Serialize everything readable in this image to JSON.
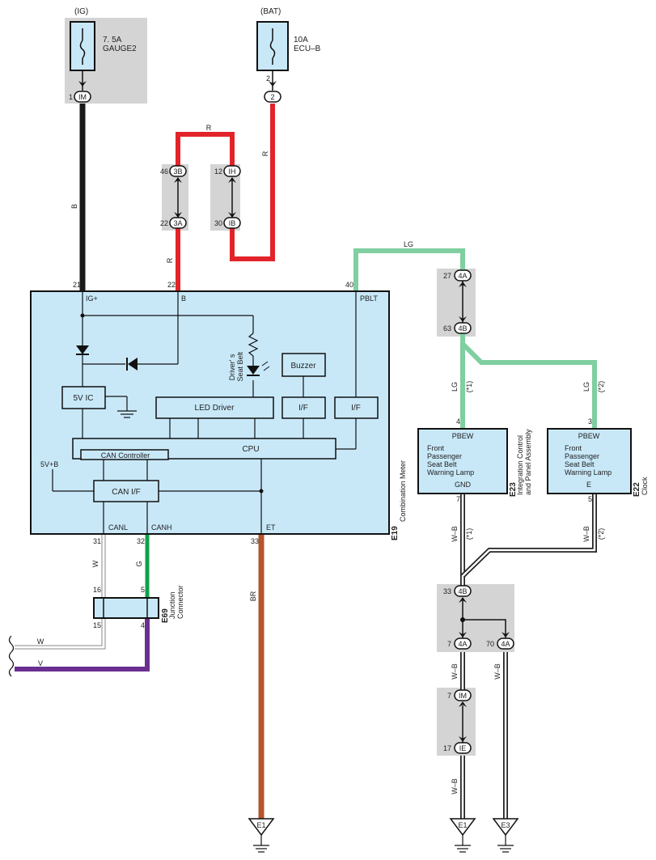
{
  "power": {
    "ig_label": "(IG)",
    "bat_label": "(BAT)",
    "fuse_ig_rating": "7. 5A",
    "fuse_ig_name": "GAUGE2",
    "fuse_bat_rating": "10A",
    "fuse_bat_name": "ECU–B"
  },
  "connectors": {
    "im": "IM",
    "c2": "2",
    "c3b": "3B",
    "c3a": "3A",
    "cih": "IH",
    "cib": "IB",
    "c4a": "4A",
    "c4b": "4B",
    "cie": "IE"
  },
  "pins": {
    "im_top": "1",
    "bat_top": "2",
    "p46": "46",
    "p22a": "22",
    "p12": "12",
    "p30": "30",
    "p27": "27",
    "p63": "63",
    "m21": "21",
    "m22": "22",
    "m40": "40",
    "m31": "31",
    "m32": "32",
    "m33": "33",
    "j16": "16",
    "j5": "5",
    "j15": "15",
    "j4": "4",
    "i4": "4",
    "i7": "7",
    "k3": "3",
    "k5": "5",
    "g33": "33",
    "g7": "7",
    "g70": "70",
    "im7": "7",
    "ie17": "17"
  },
  "wires": {
    "b": "B",
    "r": "R",
    "lg": "LG",
    "w": "W",
    "g": "G",
    "v": "V",
    "br": "BR",
    "wb": "W–B"
  },
  "notes": {
    "n1": "(*1)",
    "n2": "(*2)"
  },
  "meter": {
    "code": "E19",
    "name": "Combination Meter",
    "pin_igp": "IG+",
    "pin_b": "B",
    "pin_pblt": "PBLT",
    "pin_canl": "CANL",
    "pin_canh": "CANH",
    "pin_et": "ET",
    "led_label": "Driver' s\nSeat Belt",
    "buzzer": "Buzzer",
    "ic5v": "5V IC",
    "led_driver": "LED Driver",
    "if1": "I/F",
    "if2": "I/F",
    "cpu": "CPU",
    "can_controller": "CAN Controller",
    "can_if": "CAN I/F",
    "v5b": "5V+B"
  },
  "junction": {
    "code": "E69",
    "name1": "Junction",
    "name2": "Connector"
  },
  "integration": {
    "code": "E23",
    "name1": "Integration Control",
    "name2": "and Panel Assembly",
    "pin_top": "PBEW",
    "body": [
      "Front",
      "Passenger",
      "Seat Belt",
      "Warning Lamp"
    ],
    "pin_bottom": "GND"
  },
  "clock": {
    "code": "E22",
    "name": "Clock",
    "pin_top": "PBEW",
    "body": [
      "Front",
      "Passenger",
      "Seat Belt",
      "Warning Lamp"
    ],
    "pin_bottom": "E"
  },
  "grounds": {
    "e1a": "E1",
    "e1b": "E1",
    "e3": "E3"
  }
}
